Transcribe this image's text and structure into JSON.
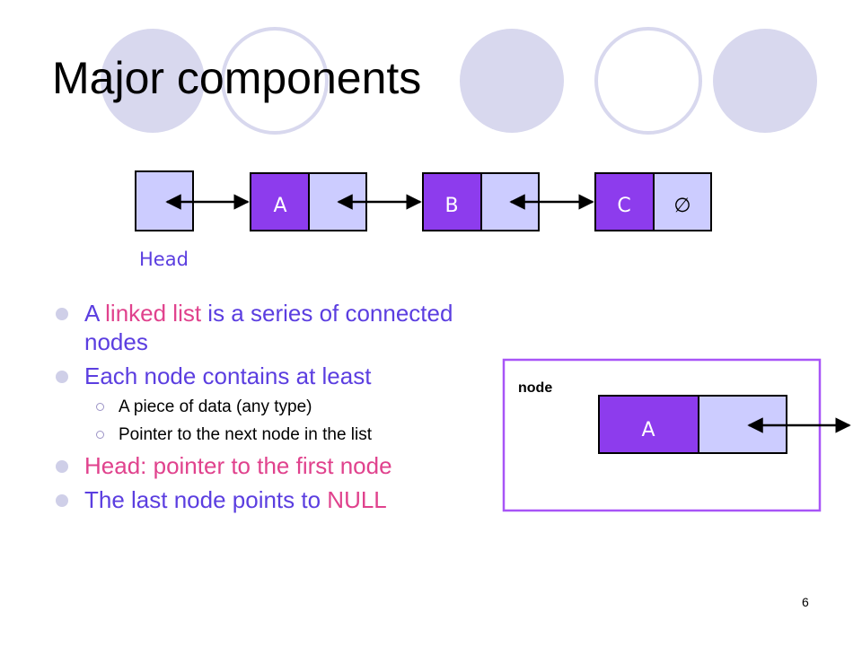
{
  "title": "Major components",
  "diagram": {
    "head_label": "Head",
    "nodes": [
      "A",
      "B",
      "C"
    ],
    "null_symbol": "∅"
  },
  "node_box": {
    "label": "node",
    "data": "A"
  },
  "bullets": [
    {
      "pre": "A ",
      "term": "linked list",
      "post": " is a series of connected nodes"
    },
    {
      "text": "Each node contains at least"
    },
    {
      "text": "The last node points to ",
      "term": "NULL"
    }
  ],
  "sub_bullets": [
    "A piece of data (any type)",
    "Pointer to the next node in the list"
  ],
  "head_bullet": "Head: pointer to the first node",
  "page_number": "6",
  "colors": {
    "title_text": "#000000",
    "circle_fill": "#d8d8ee",
    "circle_outline": "#d8d8ee",
    "data_cell": "#8d3ced",
    "pointer_cell": "#ccccff",
    "frame_purple": "#a855f7",
    "bullet_text": "#5b3ee0",
    "highlight_text": "#e0428d"
  }
}
